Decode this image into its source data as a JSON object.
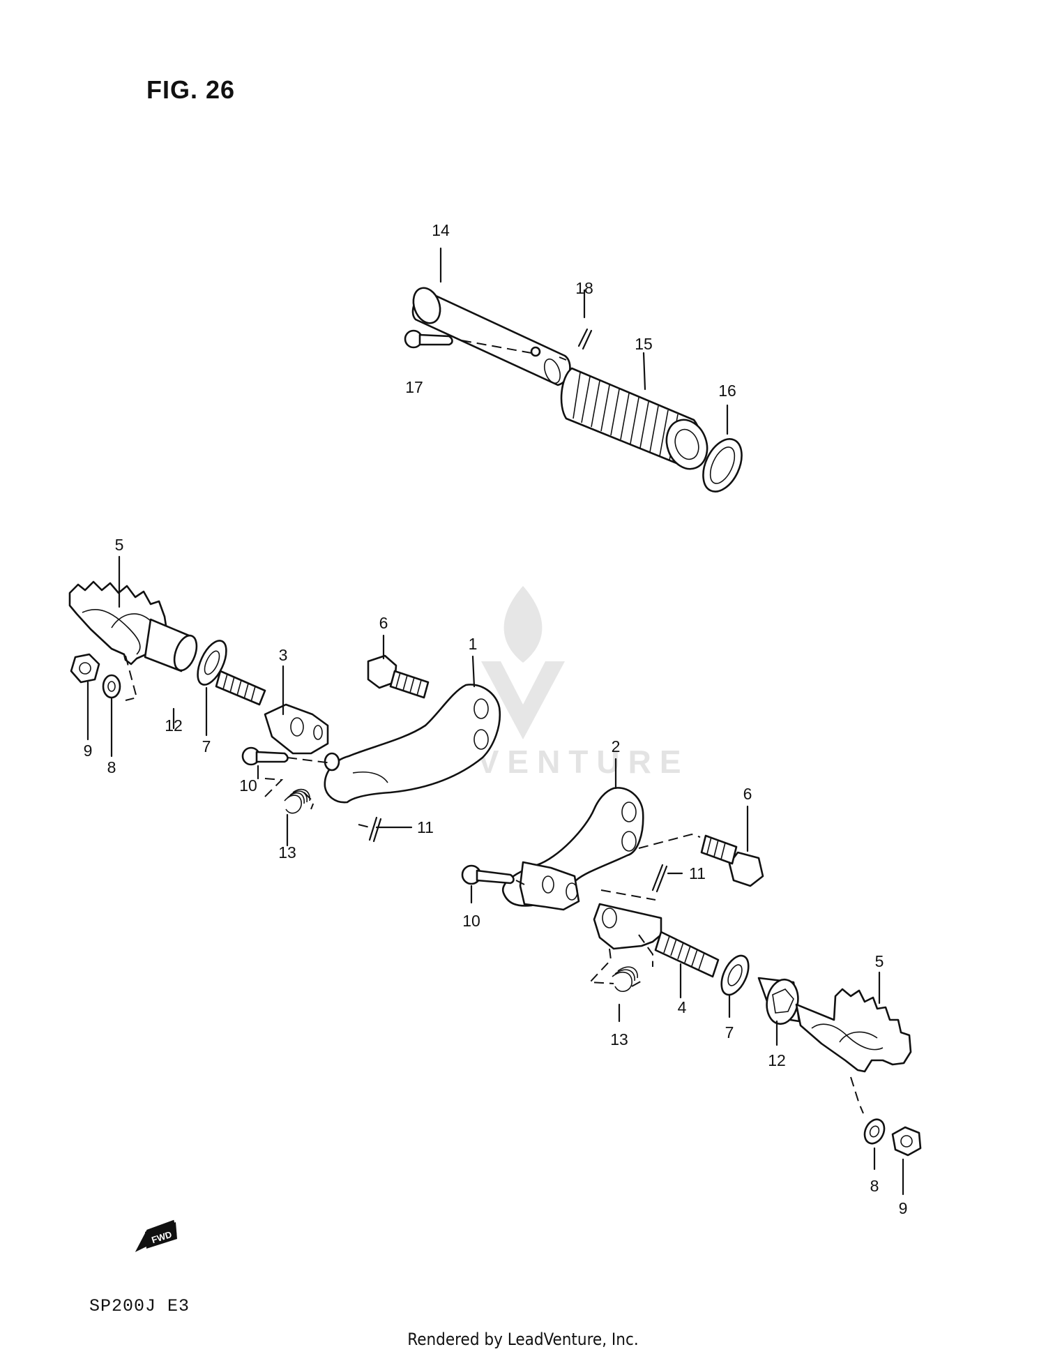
{
  "figure": {
    "title": "FIG. 26",
    "model_code": "SP200J  E3",
    "footer": "Rendered by LeadVenture, Inc.",
    "watermark": "LEADVENTURE",
    "fwd_badge": "FWD"
  },
  "callouts": [
    {
      "id": "c14",
      "label": "14"
    },
    {
      "id": "c18",
      "label": "18"
    },
    {
      "id": "c15",
      "label": "15"
    },
    {
      "id": "c16",
      "label": "16"
    },
    {
      "id": "c17",
      "label": "17"
    },
    {
      "id": "c5a",
      "label": "5"
    },
    {
      "id": "c6a",
      "label": "6"
    },
    {
      "id": "c1",
      "label": "1"
    },
    {
      "id": "c3",
      "label": "3"
    },
    {
      "id": "c12a",
      "label": "12"
    },
    {
      "id": "c7a",
      "label": "7"
    },
    {
      "id": "c9a",
      "label": "9"
    },
    {
      "id": "c8a",
      "label": "8"
    },
    {
      "id": "c10a",
      "label": "10"
    },
    {
      "id": "c11a",
      "label": "11"
    },
    {
      "id": "c13a",
      "label": "13"
    },
    {
      "id": "c2",
      "label": "2"
    },
    {
      "id": "c6b",
      "label": "6"
    },
    {
      "id": "c11b",
      "label": "11"
    },
    {
      "id": "c10b",
      "label": "10"
    },
    {
      "id": "c4",
      "label": "4"
    },
    {
      "id": "c13b",
      "label": "13"
    },
    {
      "id": "c7b",
      "label": "7"
    },
    {
      "id": "c12b",
      "label": "12"
    },
    {
      "id": "c5b",
      "label": "5"
    },
    {
      "id": "c8b",
      "label": "8"
    },
    {
      "id": "c9b",
      "label": "9"
    }
  ]
}
